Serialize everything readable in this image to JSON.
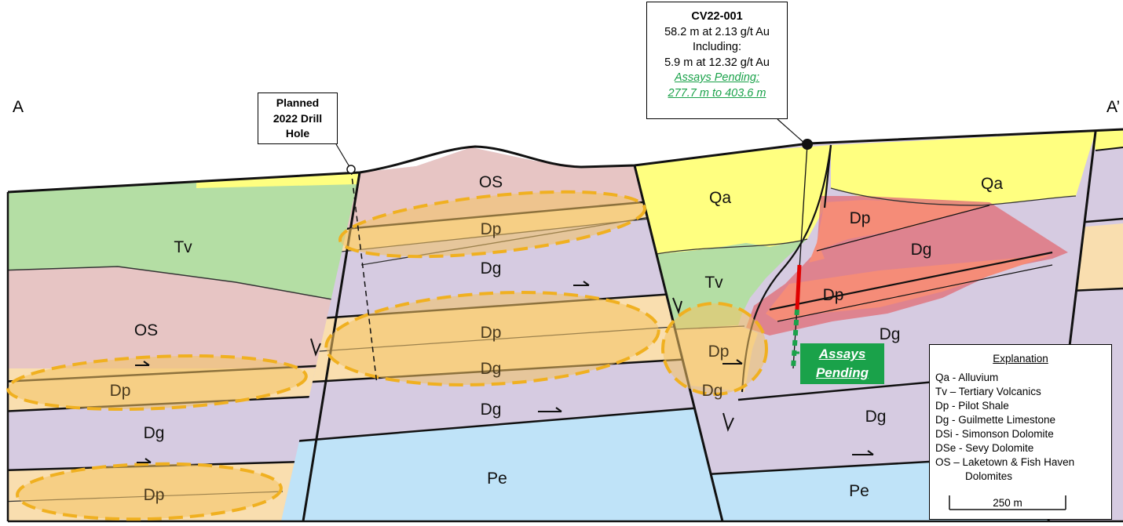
{
  "section": {
    "left_label": "A",
    "right_label": "A’"
  },
  "drill_callout": {
    "title": "CV22-001",
    "line1": "58.2 m at 2.13 g/t Au",
    "line2": "Including:",
    "line3": "5.9 m at 12.32 g/t Au",
    "pending_label": "Assays Pending:",
    "pending_interval": "277.7 m to 403.6 m"
  },
  "planned_hole": {
    "line1": "Planned",
    "line2": "2022 Drill",
    "line3": "Hole"
  },
  "assays_badge": {
    "line1": "Assays",
    "line2": "Pending"
  },
  "unit_labels": {
    "tv_left": "Tv",
    "os_left": "OS",
    "dp_left_1": "Dp",
    "dg_left": "Dg",
    "dp_left_2": "Dp",
    "os_mid": "OS",
    "dp_mid_1": "Dp",
    "dg_mid_1": "Dg",
    "dp_mid_2": "Dp",
    "dg_mid_2": "Dg",
    "dg_mid_3": "Dg",
    "pe_mid": "Pe",
    "qa_center": "Qa",
    "tv_center": "Tv",
    "dp_center": "Dp",
    "dg_center": "Dg",
    "qa_right": "Qa",
    "dp_right_1": "Dp",
    "dg_right_1": "Dg",
    "dp_right_2": "Dp",
    "dg_right_2": "Dg",
    "dg_right_3": "Dg",
    "pe_right": "Pe"
  },
  "legend": {
    "title": "Explanation",
    "items": [
      "Qa - Alluvium",
      "Tv – Tertiary Volcanics",
      "Dp - Pilot Shale",
      "Dg - Guilmette Limestone",
      "DSi - Simonson Dolomite",
      "DSe - Sevy Dolomite",
      "OS – Laketown & Fish Haven"
    ],
    "item_continued": "Dolomites",
    "scale_label": "250 m"
  },
  "colors": {
    "qa": "#ffff80",
    "tv": "#b4dea4",
    "os": "#e7c5c4",
    "dp": "#f9deaf",
    "dg": "#d6cbe1",
    "pe": "#bfe3f8",
    "dp_target": "#f58c78",
    "dp_target_halo": "#e0707a",
    "ellipse_fill": "#f4c262",
    "ellipse_stroke": "#f0b020",
    "pending": "#1aa24a",
    "assay_red": "#e00000"
  },
  "icons": [
    "collar-marker-icon",
    "planned-collar-icon",
    "thrust-arrow-icon"
  ]
}
